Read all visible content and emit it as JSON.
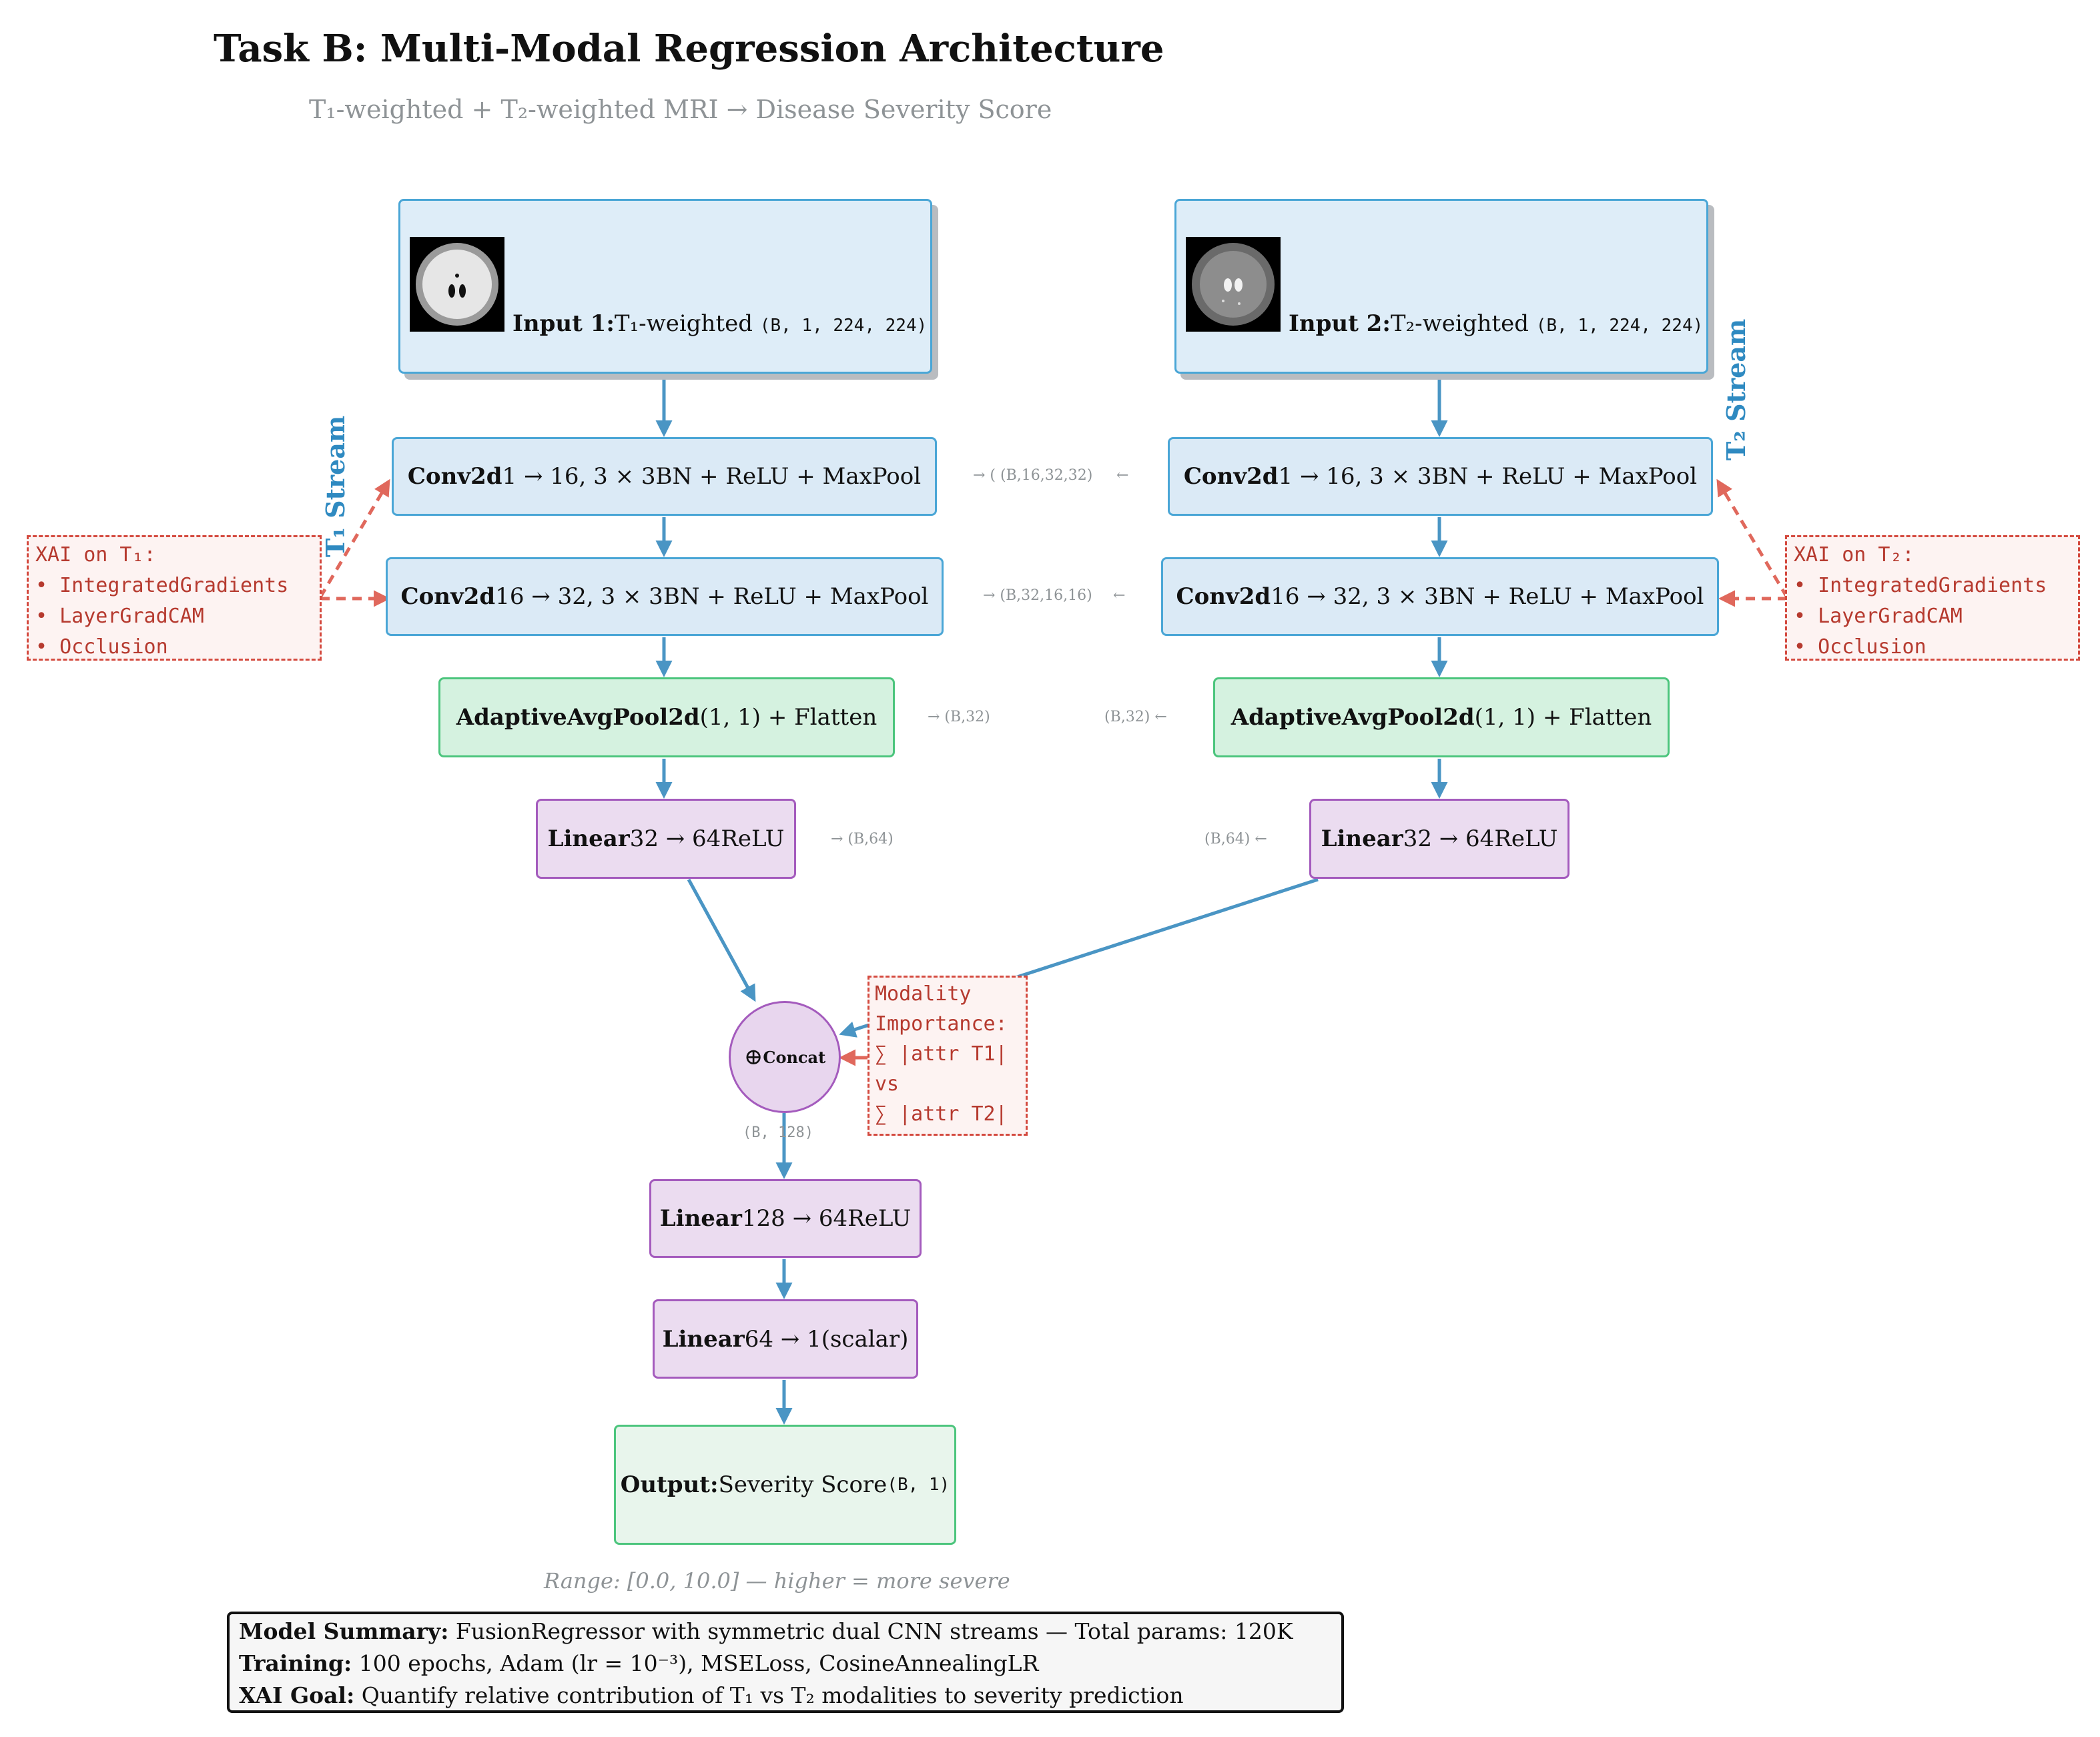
{
  "title": "Task B: Multi-Modal Regression Architecture",
  "subtitle": "T₁-weighted + T₂-weighted MRI → Disease Severity Score",
  "colors": {
    "arrow": "#4a95c4",
    "xai_arrow": "#e0685c",
    "blue_fill": "#dbeaf6",
    "green_fill": "#d5f2e0",
    "purple_fill": "#ebdcf0"
  },
  "t1": {
    "stream_label": "T₁ Stream",
    "input_bold": "Input 1:",
    "input_text": "T₁-weighted",
    "input_shape": "(B, 1, 224, 224)",
    "conv1_bold": "Conv2d",
    "conv1_text": "1 → 16, 3 × 3BN + ReLU + MaxPool",
    "conv1_out": "→ ( (B,16,32,32)",
    "conv2_bold": "Conv2d",
    "conv2_text": "16 → 32, 3 × 3BN + ReLU + MaxPool",
    "conv2_out": "→ (B,32,16,16)",
    "pool_bold": "AdaptiveAvgPool2d",
    "pool_text": "(1, 1) + Flatten",
    "pool_out": "→ (B,32)",
    "lin_bold": "Linear",
    "lin_text": "32 → 64ReLU",
    "lin_out": "→ (B,64)"
  },
  "t2": {
    "stream_label": "T₂ Stream",
    "input_bold": "Input 2:",
    "input_text": "T₂-weighted",
    "input_shape": "(B, 1, 224, 224)",
    "conv1_bold": "Conv2d",
    "conv1_text": "1 → 16, 3 × 3BN + ReLU + MaxPool",
    "conv1_out": "←",
    "conv2_bold": "Conv2d",
    "conv2_text": "16 → 32, 3 × 3BN + ReLU + MaxPool",
    "conv2_out": "←",
    "pool_bold": "AdaptiveAvgPool2d",
    "pool_text": "(1, 1) + Flatten",
    "pool_out": "(B,32) ←",
    "lin_bold": "Linear",
    "lin_text": "32 → 64ReLU",
    "lin_out": "(B,64) ←"
  },
  "xai_t1": {
    "title": "XAI on T₁:",
    "items": [
      "IntegratedGradients",
      "LayerGradCAM",
      "Occlusion"
    ]
  },
  "xai_t2": {
    "title": "XAI on T₂:",
    "items": [
      "IntegratedGradients",
      "LayerGradCAM",
      "Occlusion"
    ]
  },
  "fusion": {
    "symbol": "⊕",
    "label": "Concat",
    "out_shape": "(B, 128)",
    "importance_lines": [
      "Modality",
      "Importance:",
      "∑ |attr T1|",
      "vs",
      "∑ |attr T2|"
    ]
  },
  "head": {
    "lin1_bold": "Linear",
    "lin1_text": "128 → 64ReLU",
    "lin2_bold": "Linear",
    "lin2_text": "64 → 1(scalar)",
    "out_bold": "Output:",
    "out_text": "Severity Score",
    "out_shape": "(B, 1)",
    "range": "Range: [0.0, 10.0] — higher = more severe"
  },
  "summary": {
    "l1_bold": "Model Summary:",
    "l1_text": " FusionRegressor with symmetric dual CNN streams — Total params:  120K",
    "l2_bold": "Training:",
    "l2_text": " 100 epochs, Adam (lr = 10⁻³), MSELoss, CosineAnnealingLR",
    "l3_bold": "XAI Goal:",
    "l3_text": " Quantify relative contribution of T₁ vs T₂ modalities to severity prediction"
  }
}
